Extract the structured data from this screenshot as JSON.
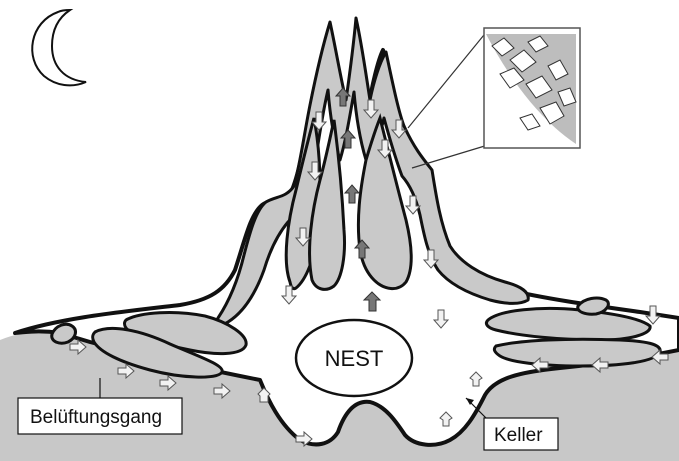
{
  "labels": {
    "nest": "NEST",
    "vent": "Belüftungsgang",
    "cellar": "Keller"
  },
  "icons": {
    "moon": "crescent-moon-icon",
    "airflow_warm": "dark-arrow-icon",
    "airflow_cool": "light-arrow-icon"
  },
  "colors": {
    "soil": "#c8c8c8",
    "chamber": "#c9c9c9",
    "outline": "#111111",
    "arrow_dark": "#777777",
    "arrow_light": "#f2f2f2"
  }
}
